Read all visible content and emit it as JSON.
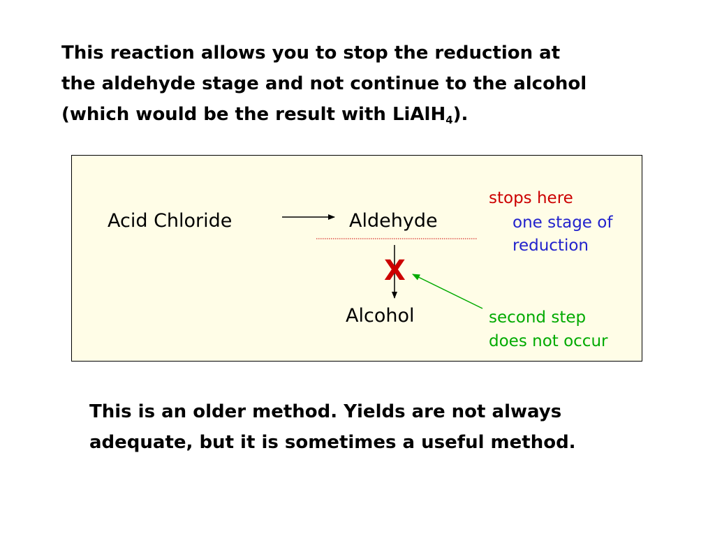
{
  "intro": {
    "line1": "This reaction allows you to stop the reduction at",
    "line2": "the aldehyde stage and not continue to the alcohol",
    "line3_before": "(which would be the result with LiAlH",
    "line3_subscript": "4",
    "line3_after": ")."
  },
  "diagram": {
    "background_color": "#fffde7",
    "acid_chloride": "Acid Chloride",
    "aldehyde": "Aldehyde",
    "alcohol": "Alcohol",
    "blocked_mark": "X",
    "stops_here": {
      "text": "stops here",
      "color": "#cc0000"
    },
    "one_stage": {
      "line1": "one stage of",
      "line2": "reduction",
      "color": "#2222cc"
    },
    "second_step": {
      "line1": "second step",
      "line2": "does not occur",
      "color": "#00aa00"
    },
    "separator_color": "#cc0000",
    "pointer_color": "#00aa00"
  },
  "outro": {
    "line1": "This is an older method. Yields are not always",
    "line2": "adequate, but it is sometimes a useful method."
  }
}
